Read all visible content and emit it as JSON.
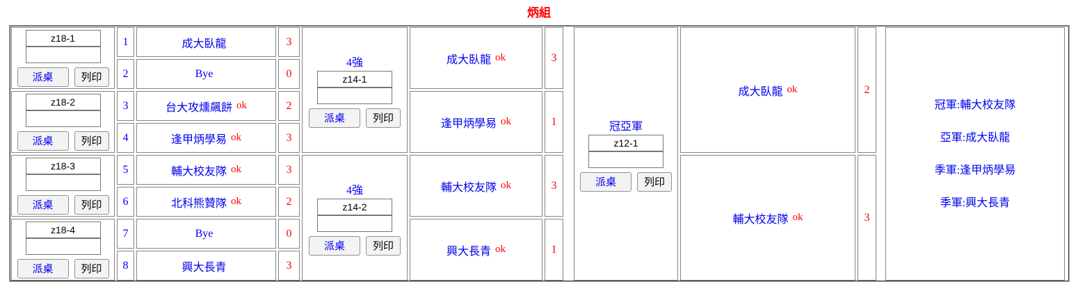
{
  "title": "炳組",
  "labels": {
    "assign": "派桌",
    "print": "列印"
  },
  "colors": {
    "accent_blue": "#0000ee",
    "score_red": "#ff0000",
    "title_red": "#ff0000"
  },
  "round1": {
    "controls": [
      {
        "match_id": "z18-1",
        "result_value": ""
      },
      {
        "match_id": "z18-2",
        "result_value": ""
      },
      {
        "match_id": "z18-3",
        "result_value": ""
      },
      {
        "match_id": "z18-4",
        "result_value": ""
      }
    ],
    "entries": [
      {
        "seed": "1",
        "team": "成大臥龍",
        "ok": "",
        "score": "3"
      },
      {
        "seed": "2",
        "team": "Bye",
        "ok": "",
        "score": "0"
      },
      {
        "seed": "3",
        "team": "台大攻燻飆餅",
        "ok": "ok",
        "score": "2"
      },
      {
        "seed": "4",
        "team": "逢甲炳學易",
        "ok": "ok",
        "score": "3"
      },
      {
        "seed": "5",
        "team": "輔大校友隊",
        "ok": "ok",
        "score": "3"
      },
      {
        "seed": "6",
        "team": "北科熊贊隊",
        "ok": "ok",
        "score": "2"
      },
      {
        "seed": "7",
        "team": "Bye",
        "ok": "",
        "score": "0"
      },
      {
        "seed": "8",
        "team": "興大長青",
        "ok": "",
        "score": "3"
      }
    ]
  },
  "semifinals": {
    "controls": [
      {
        "label": "4強",
        "match_id": "z14-1",
        "result_value": ""
      },
      {
        "label": "4強",
        "match_id": "z14-2",
        "result_value": ""
      }
    ],
    "entries": [
      {
        "team": "成大臥龍",
        "ok": "ok",
        "score": "3"
      },
      {
        "team": "逢甲炳學易",
        "ok": "ok",
        "score": "1"
      },
      {
        "team": "輔大校友隊",
        "ok": "ok",
        "score": "3"
      },
      {
        "team": "興大長青",
        "ok": "ok",
        "score": "1"
      }
    ]
  },
  "finals": {
    "control": {
      "label": "冠亞軍",
      "match_id": "z12-1",
      "result_value": ""
    },
    "entries": [
      {
        "team": "成大臥龍",
        "ok": "ok",
        "score": "2"
      },
      {
        "team": "輔大校友隊",
        "ok": "ok",
        "score": "3"
      }
    ]
  },
  "standings": {
    "lines": [
      "冠軍:輔大校友隊",
      "亞軍:成大臥龍",
      "季軍:逢甲炳學易",
      "季軍:興大長青"
    ]
  }
}
